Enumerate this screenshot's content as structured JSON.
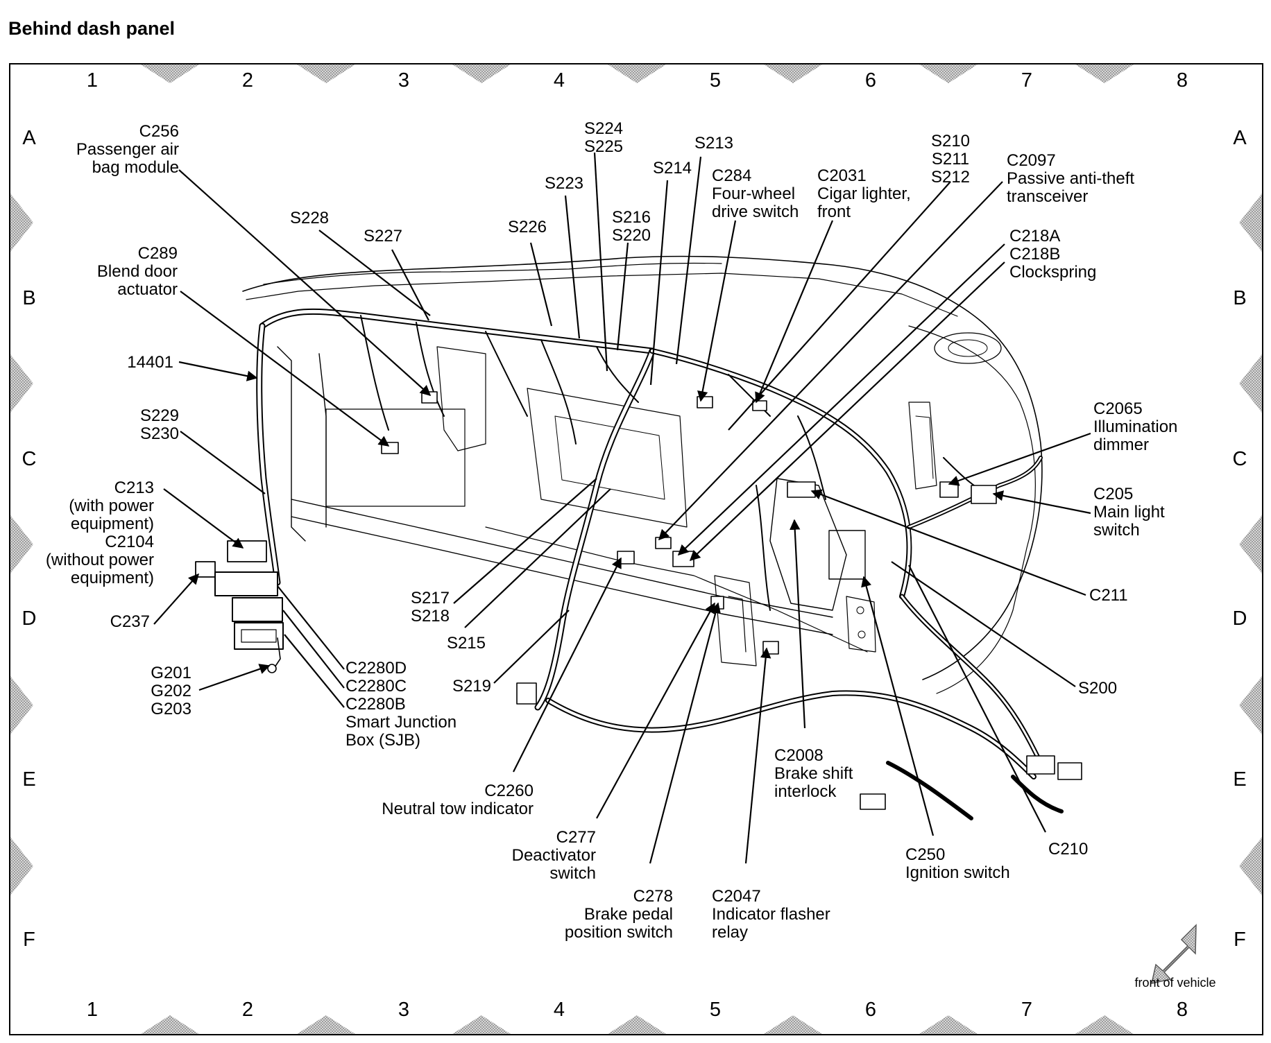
{
  "title": "Behind dash panel",
  "grid": {
    "columns": [
      "1",
      "2",
      "3",
      "4",
      "5",
      "6",
      "7",
      "8"
    ],
    "rows": [
      "A",
      "B",
      "C",
      "D",
      "E",
      "F"
    ]
  },
  "orientation_note": "front of vehicle",
  "callouts": [
    {
      "id": "c256",
      "lines": [
        "C256",
        "Passenger air",
        "bag module"
      ],
      "anchor": "end"
    },
    {
      "id": "c289",
      "lines": [
        "C289",
        "Blend door",
        "actuator"
      ],
      "anchor": "end"
    },
    {
      "id": "w14401",
      "lines": [
        "14401"
      ],
      "anchor": "end"
    },
    {
      "id": "s229",
      "lines": [
        "S229",
        "S230"
      ],
      "anchor": "end"
    },
    {
      "id": "c213",
      "lines": [
        "C213",
        "(with power",
        "equipment)",
        "C2104",
        "(without power",
        "equipment)"
      ],
      "anchor": "end"
    },
    {
      "id": "c237",
      "lines": [
        "C237"
      ],
      "anchor": "end"
    },
    {
      "id": "g201",
      "lines": [
        "G201",
        "G202",
        "G203"
      ],
      "anchor": "end"
    },
    {
      "id": "c2280",
      "lines": [
        "C2280D",
        "C2280C",
        "C2280B",
        "Smart Junction",
        "Box (SJB)"
      ],
      "anchor": "start"
    },
    {
      "id": "s228",
      "lines": [
        "S228"
      ],
      "anchor": "middle"
    },
    {
      "id": "s227",
      "lines": [
        "S227"
      ],
      "anchor": "middle"
    },
    {
      "id": "s226",
      "lines": [
        "S226"
      ],
      "anchor": "middle"
    },
    {
      "id": "s223",
      "lines": [
        "S223"
      ],
      "anchor": "middle"
    },
    {
      "id": "s224",
      "lines": [
        "S224",
        "S225"
      ],
      "anchor": "middle"
    },
    {
      "id": "s216",
      "lines": [
        "S216",
        "S220"
      ],
      "anchor": "middle"
    },
    {
      "id": "s214",
      "lines": [
        "S214"
      ],
      "anchor": "middle"
    },
    {
      "id": "s213",
      "lines": [
        "S213"
      ],
      "anchor": "middle"
    },
    {
      "id": "c284",
      "lines": [
        "C284",
        "Four-wheel",
        "drive switch"
      ],
      "anchor": "start"
    },
    {
      "id": "c2031",
      "lines": [
        "C2031",
        "Cigar lighter,",
        "front"
      ],
      "anchor": "start"
    },
    {
      "id": "s210",
      "lines": [
        "S210",
        "S211",
        "S212"
      ],
      "anchor": "middle"
    },
    {
      "id": "c2097",
      "lines": [
        "C2097",
        "Passive anti-theft",
        "transceiver"
      ],
      "anchor": "start"
    },
    {
      "id": "c218",
      "lines": [
        "C218A",
        "C218B",
        "Clockspring"
      ],
      "anchor": "start"
    },
    {
      "id": "c2065",
      "lines": [
        "C2065",
        "Illumination",
        "dimmer"
      ],
      "anchor": "start"
    },
    {
      "id": "c205",
      "lines": [
        "C205",
        "Main light",
        "switch"
      ],
      "anchor": "start"
    },
    {
      "id": "c211",
      "lines": [
        "C211"
      ],
      "anchor": "start"
    },
    {
      "id": "s200",
      "lines": [
        "S200"
      ],
      "anchor": "start"
    },
    {
      "id": "c210",
      "lines": [
        "C210"
      ],
      "anchor": "start"
    },
    {
      "id": "c250",
      "lines": [
        "C250",
        "Ignition switch"
      ],
      "anchor": "start"
    },
    {
      "id": "c2008",
      "lines": [
        "C2008",
        "Brake shift",
        "interlock"
      ],
      "anchor": "start"
    },
    {
      "id": "c2047",
      "lines": [
        "C2047",
        "Indicator flasher",
        "relay"
      ],
      "anchor": "start"
    },
    {
      "id": "c278",
      "lines": [
        "C278",
        "Brake pedal",
        "position switch"
      ],
      "anchor": "end"
    },
    {
      "id": "c277",
      "lines": [
        "C277",
        "Deactivator",
        "switch"
      ],
      "anchor": "end"
    },
    {
      "id": "c2260",
      "lines": [
        "C2260",
        "Neutral tow indicator"
      ],
      "anchor": "end"
    },
    {
      "id": "s219",
      "lines": [
        "S219"
      ],
      "anchor": "end"
    },
    {
      "id": "s215",
      "lines": [
        "S215"
      ],
      "anchor": "end"
    },
    {
      "id": "s217",
      "lines": [
        "S217",
        "S218"
      ],
      "anchor": "end"
    }
  ]
}
